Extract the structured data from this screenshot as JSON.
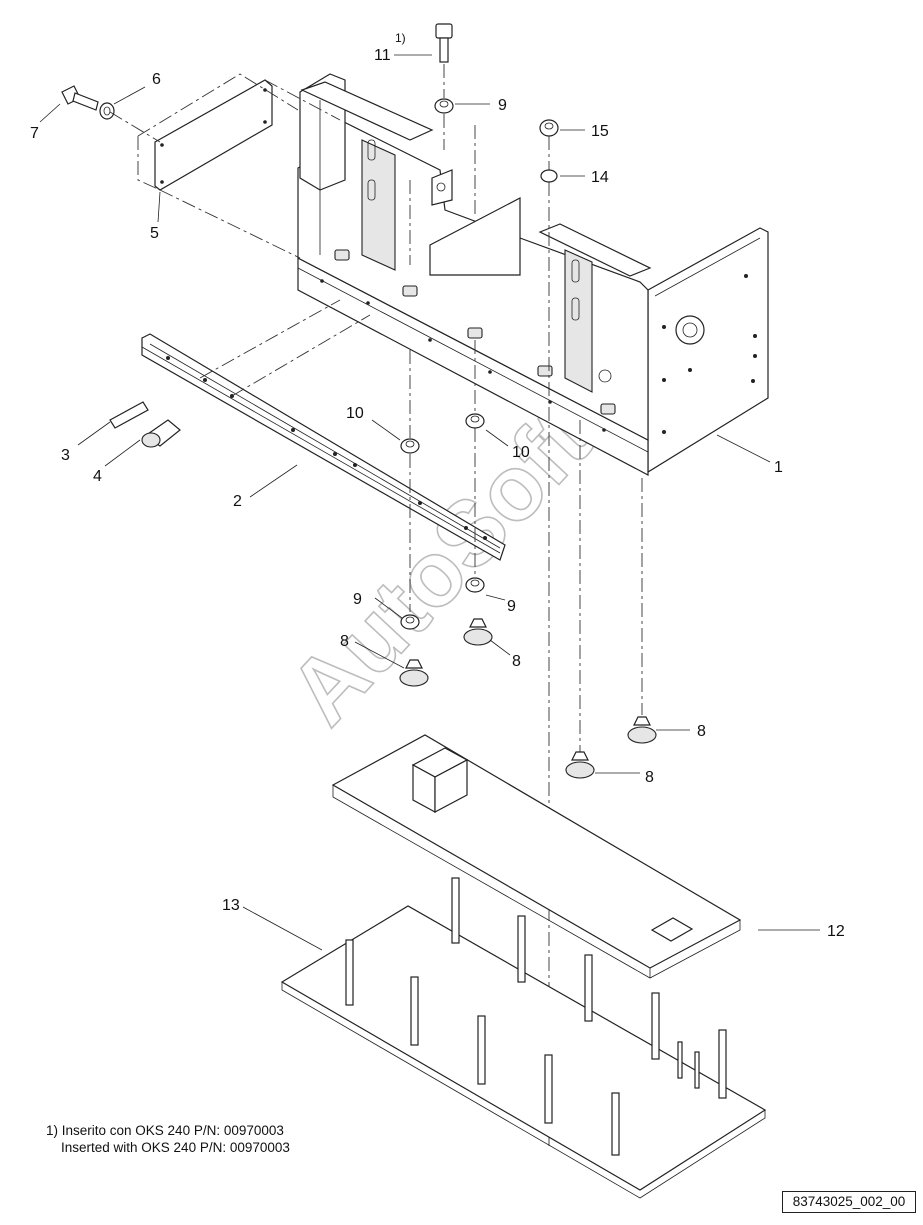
{
  "callouts": {
    "c1": "1",
    "c2": "2",
    "c3": "3",
    "c4": "4",
    "c5": "5",
    "c6": "6",
    "c7": "7",
    "c8a": "8",
    "c8b": "8",
    "c8c": "8",
    "c8d": "8",
    "c9a": "9",
    "c9b": "9",
    "c9c": "9",
    "c10a": "10",
    "c10b": "10",
    "c11": "11",
    "c11_note": "1)",
    "c12": "12",
    "c13": "13",
    "c14": "14",
    "c15": "15"
  },
  "notes": {
    "line1": "1) Inserito con OKS 240 P/N: 00970003",
    "line2": "    Inserted with OKS 240 P/N: 00970003"
  },
  "drawing_code": "83743025_002_00",
  "watermark": "AutoSoft"
}
